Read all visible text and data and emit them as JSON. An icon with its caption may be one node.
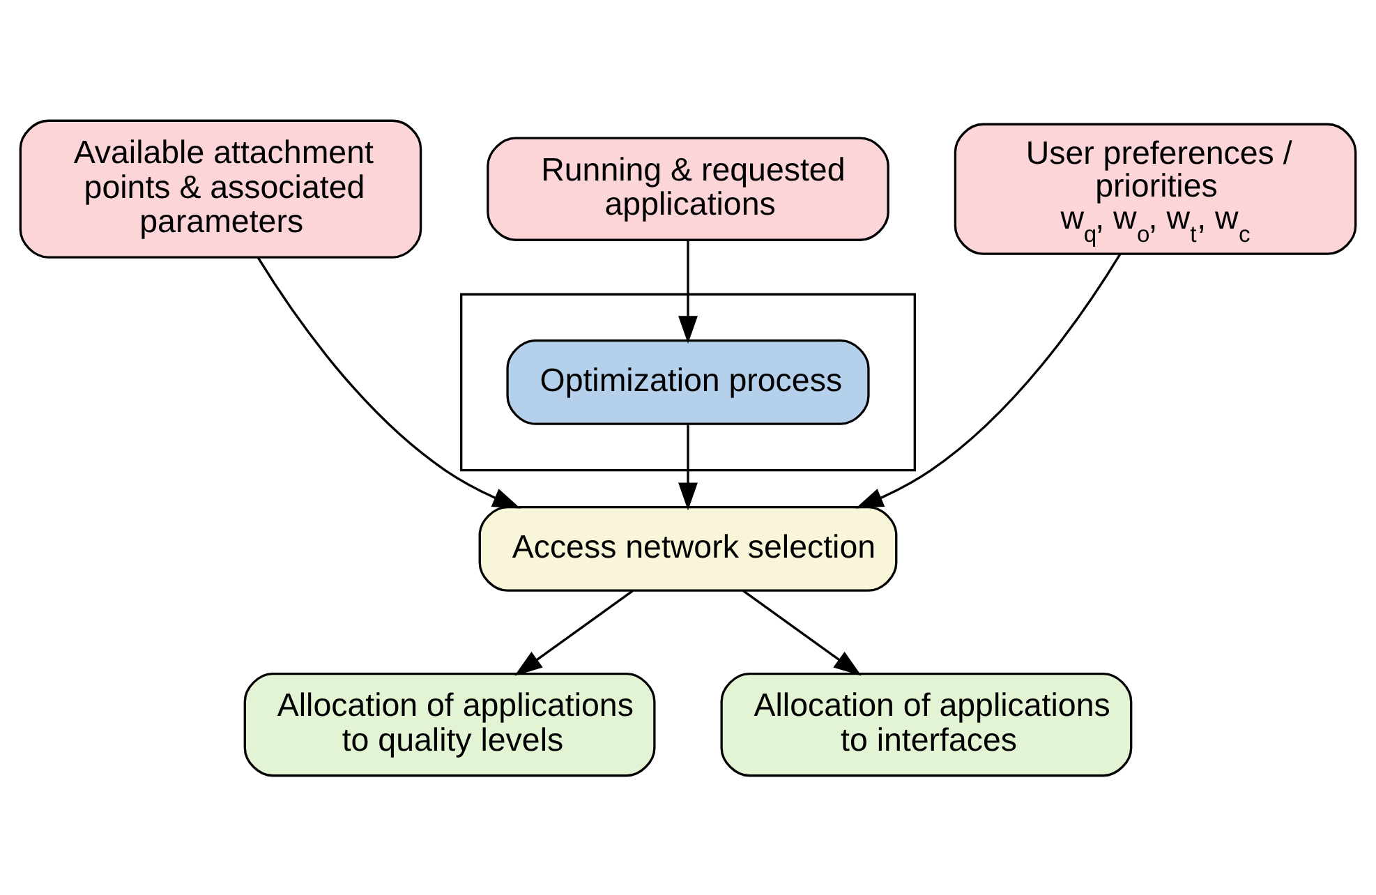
{
  "diagram": {
    "nodes": [
      {
        "text": [
          "Available attachment points & associated parameters"
        ]
      },
      {
        "text": [
          "Running & requested applications"
        ]
      },
      {
        "text": [
          "User preferences / priorities",
          "w$_{q}$, w$_{o}$, w$_{t}$, w$_{c}$"
        ]
      },
      {
        "text": [],
        "shape": "box"
      },
      {
        "text": [
          "Optimization process"
        ],
        "in": 3
      },
      {
        "text": [
          "Access network selection"
        ]
      },
      {
        "text": [
          "Allocation of applications to quality levels"
        ]
      },
      {
        "text": [
          "Allocation of applications to interfaces"
        ]
      }
    ],
    "edges": [
      {
        "from": 1,
        "to": 4,
        "arrow": "to"
      },
      {
        "from": 0,
        "to": 5,
        "arrow": "to"
      },
      {
        "from": 4,
        "to": 5,
        "arrow": "to"
      },
      {
        "from": 2,
        "to": 5,
        "arrow": "to"
      },
      {
        "from": 5,
        "to": 6,
        "arrow": "to"
      },
      {
        "from": 5,
        "to": 7,
        "arrow": "to"
      }
    ]
  }
}
